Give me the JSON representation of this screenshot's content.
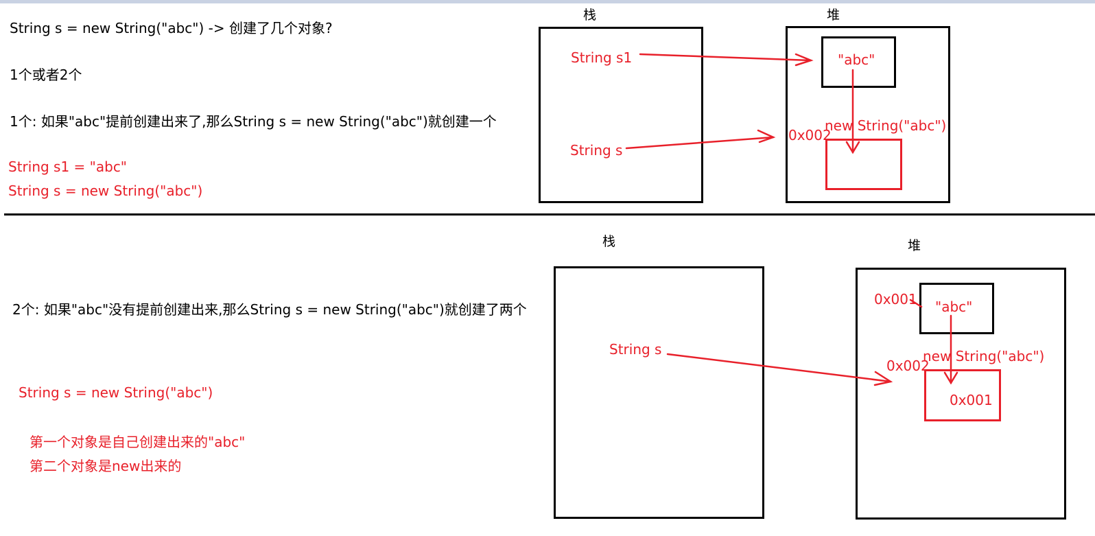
{
  "top": {
    "question": "String s = new String(\"abc\") -> 创建了几个对象?",
    "answer": "1个或者2个",
    "case_one": "1个:  如果\"abc\"提前创建出来了,那么String s = new String(\"abc\")就创建一个",
    "code_line1": "String s1 = \"abc\"",
    "code_line2": "String s = new String(\"abc\")",
    "diagram": {
      "stack_label": "栈",
      "heap_label": "堆",
      "var_s1": "String s1",
      "var_s": "String s",
      "literal": "\"abc\"",
      "new_string": "new String(\"abc\")",
      "address": "0x002"
    }
  },
  "bottom": {
    "case_two": "2个:  如果\"abc\"没有提前创建出来,那么String s = new String(\"abc\")就创建了两个",
    "code_line": "String s = new String(\"abc\")",
    "note1": "第一个对象是自己创建出来的\"abc\"",
    "note2": "第二个对象是new出来的",
    "diagram": {
      "stack_label": "栈",
      "heap_label": "堆",
      "var_s": "String s",
      "literal": "\"abc\"",
      "literal_address": "0x001",
      "new_string": "new String(\"abc\")",
      "object_address": "0x002",
      "object_content": "0x001"
    }
  },
  "colors": {
    "accent": "#e8202a",
    "ink": "#000000",
    "topbar": "#c9d2e3"
  }
}
